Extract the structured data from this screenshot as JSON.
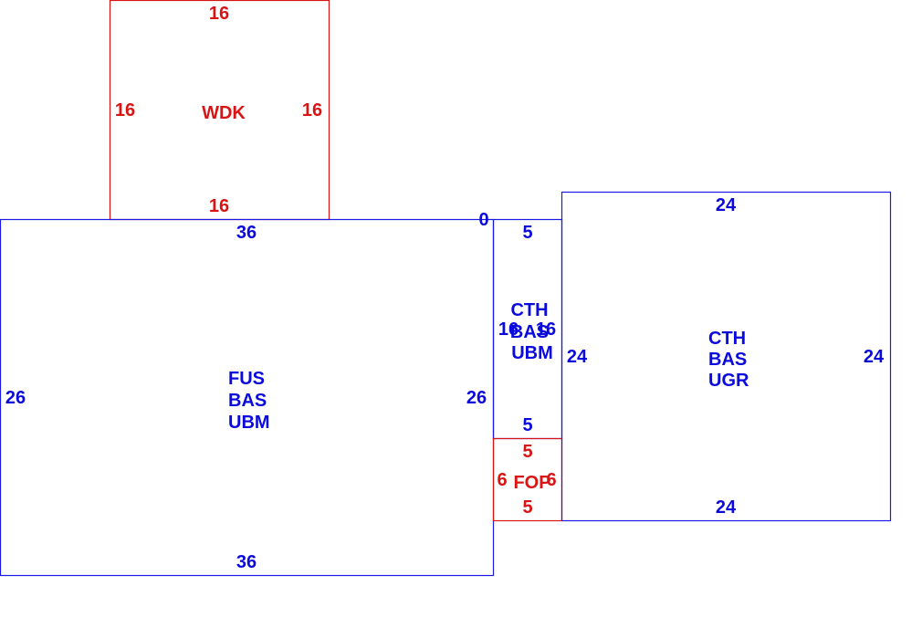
{
  "colors": {
    "blue": "#1a1ae6",
    "red": "#d81414",
    "background": "#ffffff"
  },
  "areas": {
    "wdk": {
      "code": "WDK",
      "top": "16",
      "bottom": "16",
      "left": "16",
      "right": "16"
    },
    "fus": {
      "code_1": "FUS",
      "code_2": "BAS",
      "code_3": "UBM",
      "top": "36",
      "bottom": "36",
      "left": "26",
      "right": "26"
    },
    "cth_ubm": {
      "code_1": "CTH",
      "code_2": "BAS",
      "code_3": "UBM",
      "top": "5",
      "bottom": "5",
      "left": "16",
      "right": "16"
    },
    "fop": {
      "code": "FOP",
      "top": "5",
      "bottom": "5",
      "left": "6",
      "right": "6"
    },
    "cth_ugr": {
      "code_1": "CTH",
      "code_2": "BAS",
      "code_3": "UGR",
      "top": "24",
      "bottom": "24",
      "left": "24",
      "right": "24"
    }
  },
  "misc_labels": {
    "zero": "0"
  }
}
